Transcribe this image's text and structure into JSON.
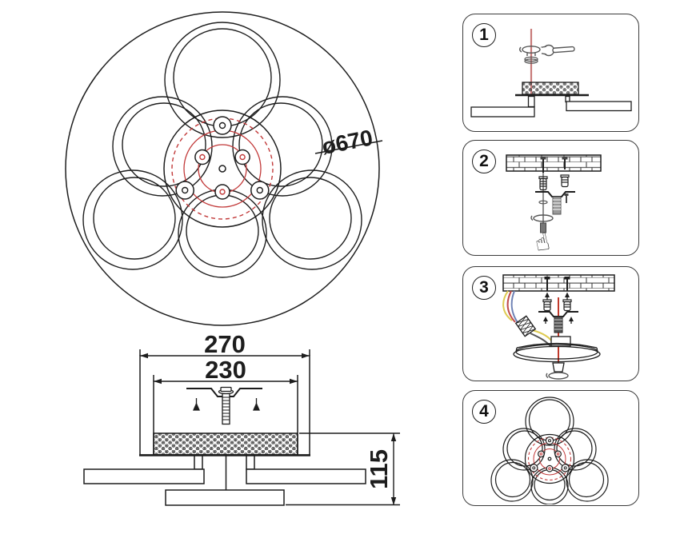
{
  "top_view": {
    "diameter_label": "ø670"
  },
  "side_view": {
    "width_outer": "270",
    "width_inner": "230",
    "height": "115"
  },
  "steps": [
    {
      "number": "1"
    },
    {
      "number": "2"
    },
    {
      "number": "3"
    },
    {
      "number": "4"
    }
  ],
  "colors": {
    "line": "#1d1d1d",
    "red": "#c23a3a",
    "red_soft": "#c87b7a",
    "wire_yellow": "#decb52",
    "wire_red": "#bf4a4a",
    "wire_blue": "#6c80b4"
  }
}
